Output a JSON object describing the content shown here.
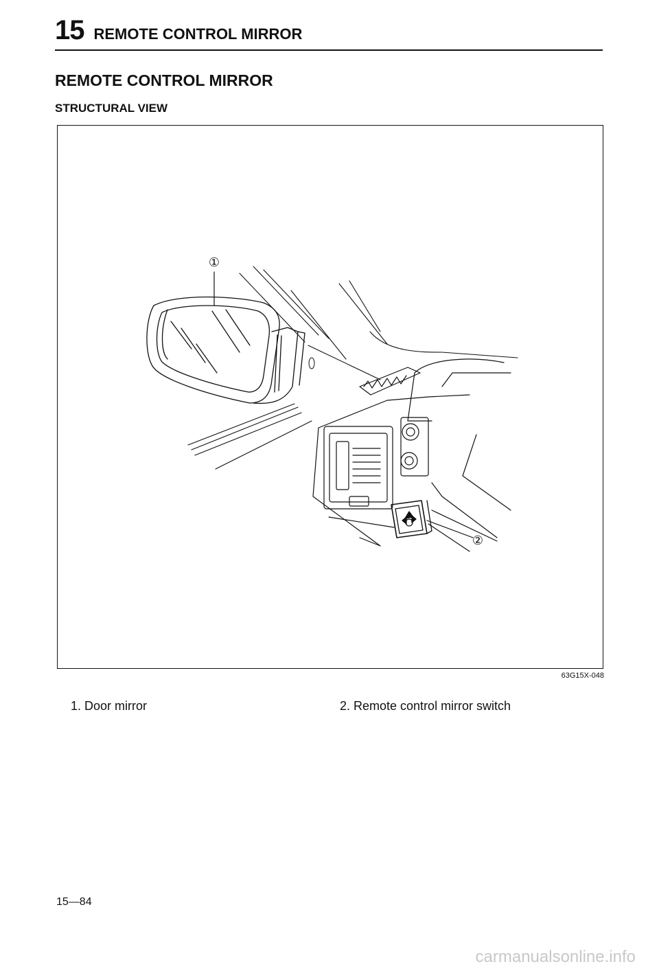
{
  "header": {
    "chapter_number": "15",
    "chapter_title": "REMOTE CONTROL MIRROR"
  },
  "section_title": "REMOTE CONTROL MIRROR",
  "subsection_title": "STRUCTURAL VIEW",
  "figure": {
    "callout_1": "①",
    "callout_2": "②",
    "code": "63G15X-048"
  },
  "legend": [
    {
      "text": "1. Door mirror"
    },
    {
      "text": "2. Remote control mirror switch"
    }
  ],
  "page_number": "15—84",
  "watermark": "carmanualsonline.info"
}
